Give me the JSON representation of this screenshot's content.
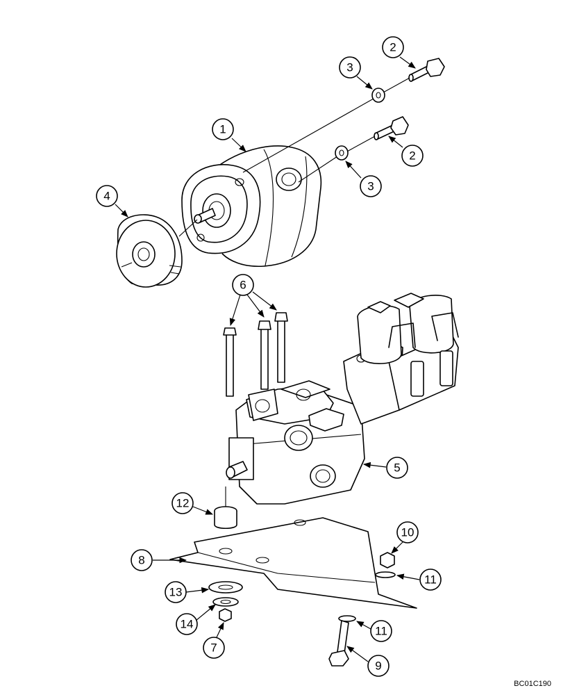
{
  "callouts": {
    "c1": "1",
    "c2a": "2",
    "c2b": "2",
    "c3a": "3",
    "c3b": "3",
    "c4": "4",
    "c5": "5",
    "c6": "6",
    "c7": "7",
    "c8": "8",
    "c9": "9",
    "c10": "10",
    "c11a": "11",
    "c11b": "11",
    "c12": "12",
    "c13": "13",
    "c14": "14"
  },
  "reference_code": "BC01C190"
}
